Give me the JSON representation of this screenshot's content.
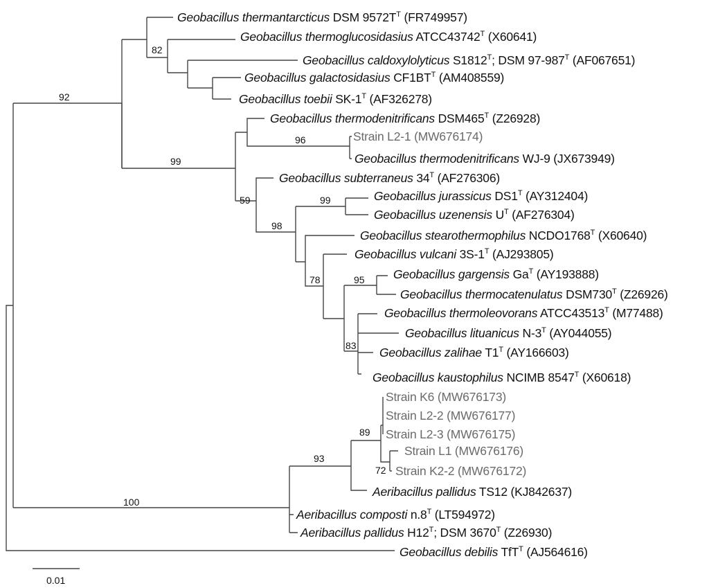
{
  "leaves": [
    {
      "parts": [
        [
          "i",
          "Geobacillus thermantarcticus"
        ],
        [
          "r",
          " DSM 9572T"
        ],
        [
          "s",
          "T"
        ],
        [
          "r",
          " (FR749957)"
        ]
      ]
    },
    {
      "parts": [
        [
          "i",
          "Geobacillus thermoglucosidasius"
        ],
        [
          "r",
          " ATCC43742"
        ],
        [
          "s",
          "T"
        ],
        [
          "r",
          " (X60641)"
        ]
      ]
    },
    {
      "parts": [
        [
          "i",
          "Geobacillus caldoxylolyticus"
        ],
        [
          "r",
          " S1812"
        ],
        [
          "s",
          "T"
        ],
        [
          "r",
          "; DSM 97-987"
        ],
        [
          "s",
          "T"
        ],
        [
          "r",
          " (AF067651)"
        ]
      ]
    },
    {
      "parts": [
        [
          "i",
          "Geobacillus galactosidasius"
        ],
        [
          "r",
          " CF1BT"
        ],
        [
          "s",
          "T"
        ],
        [
          "r",
          " (AM408559)"
        ]
      ]
    },
    {
      "parts": [
        [
          "i",
          "Geobacillus toebii"
        ],
        [
          "r",
          " SK-1"
        ],
        [
          "s",
          "T"
        ],
        [
          "r",
          " (AF326278)"
        ]
      ]
    },
    {
      "parts": [
        [
          "i",
          "Geobacillus thermodenitrificans"
        ],
        [
          "r",
          " DSM465"
        ],
        [
          "s",
          "T"
        ],
        [
          "r",
          " (Z26928)"
        ]
      ]
    },
    {
      "strain": true,
      "parts": [
        [
          "r",
          "Strain L2-1 (MW676174)"
        ]
      ]
    },
    {
      "parts": [
        [
          "i",
          "Geobacillus thermodenitrificans"
        ],
        [
          "r",
          " WJ-9 (JX673949)"
        ]
      ]
    },
    {
      "parts": [
        [
          "i",
          "Geobacillus subterraneus"
        ],
        [
          "r",
          " 34"
        ],
        [
          "s",
          "T"
        ],
        [
          "r",
          " (AF276306)"
        ]
      ]
    },
    {
      "parts": [
        [
          "i",
          "Geobacillus jurassicus"
        ],
        [
          "r",
          " DS1"
        ],
        [
          "s",
          "T"
        ],
        [
          "r",
          " (AY312404)"
        ]
      ]
    },
    {
      "parts": [
        [
          "i",
          "Geobacillus uzenensis"
        ],
        [
          "r",
          " U"
        ],
        [
          "s",
          "T"
        ],
        [
          "r",
          " (AF276304)"
        ]
      ]
    },
    {
      "parts": [
        [
          "i",
          "Geobacillus stearothermophilus"
        ],
        [
          "r",
          " NCDO1768"
        ],
        [
          "s",
          "T"
        ],
        [
          "r",
          " (X60640)"
        ]
      ]
    },
    {
      "parts": [
        [
          "i",
          "Geobacillus vulcani"
        ],
        [
          "r",
          " 3S-1"
        ],
        [
          "s",
          "T"
        ],
        [
          "r",
          " (AJ293805)"
        ]
      ]
    },
    {
      "parts": [
        [
          "i",
          "Geobacillus gargensis"
        ],
        [
          "r",
          " Ga"
        ],
        [
          "s",
          "T"
        ],
        [
          "r",
          " (AY193888)"
        ]
      ]
    },
    {
      "parts": [
        [
          "i",
          "Geobacillus thermocatenulatus"
        ],
        [
          "r",
          " DSM730"
        ],
        [
          "s",
          "T"
        ],
        [
          "r",
          " (Z26926)"
        ]
      ]
    },
    {
      "parts": [
        [
          "i",
          "Geobacillus thermoleovorans"
        ],
        [
          "r",
          " ATCC43513"
        ],
        [
          "s",
          "T"
        ],
        [
          "r",
          " (M77488)"
        ]
      ]
    },
    {
      "parts": [
        [
          "i",
          "Geobacillus lituanicus"
        ],
        [
          "r",
          " N-3"
        ],
        [
          "s",
          "T"
        ],
        [
          "r",
          " (AY044055)"
        ]
      ]
    },
    {
      "parts": [
        [
          "i",
          "Geobacillus zalihae"
        ],
        [
          "r",
          " T1"
        ],
        [
          "s",
          "T"
        ],
        [
          "r",
          " (AY166603)"
        ]
      ]
    },
    {
      "parts": [
        [
          "i",
          "Geobacillus kaustophilus"
        ],
        [
          "r",
          " NCIMB 8547"
        ],
        [
          "s",
          "T"
        ],
        [
          "r",
          " (X60618)"
        ]
      ]
    },
    {
      "strain": true,
      "parts": [
        [
          "r",
          "Strain K6 (MW676173)"
        ]
      ]
    },
    {
      "strain": true,
      "parts": [
        [
          "r",
          "Strain L2-2 (MW676177)"
        ]
      ]
    },
    {
      "strain": true,
      "parts": [
        [
          "r",
          "Strain L2-3 (MW676175)"
        ]
      ]
    },
    {
      "strain": true,
      "parts": [
        [
          "r",
          "Strain L1 (MW676176)"
        ]
      ]
    },
    {
      "strain": true,
      "parts": [
        [
          "r",
          "Strain K2-2 (MW676172)"
        ]
      ]
    },
    {
      "parts": [
        [
          "i",
          "Aeribacillus pallidus"
        ],
        [
          "r",
          " TS12 (KJ842637)"
        ]
      ]
    },
    {
      "parts": [
        [
          "i",
          "Aeribacillus composti"
        ],
        [
          "r",
          " n.8"
        ],
        [
          "s",
          "T"
        ],
        [
          "r",
          " (LT594972)"
        ]
      ]
    },
    {
      "parts": [
        [
          "i",
          "Aeribacillus pallidus"
        ],
        [
          "r",
          " H12"
        ],
        [
          "s",
          "T"
        ],
        [
          "r",
          "; DSM 3670"
        ],
        [
          "s",
          "T"
        ],
        [
          "r",
          " (Z26930)"
        ]
      ]
    },
    {
      "parts": [
        [
          "i",
          "Geobacillus debilis"
        ],
        [
          "r",
          " TfT"
        ],
        [
          "s",
          "T"
        ],
        [
          "r",
          " (AJ564616)"
        ]
      ]
    }
  ],
  "bootstrap": [
    "92",
    "82",
    "99",
    "96",
    "59",
    "99",
    "98",
    "78",
    "95",
    "83",
    "89",
    "93",
    "72",
    "100"
  ],
  "scale_bar": "0.01",
  "colors": {
    "line": "#444444",
    "strain_text": "#6a6a6a"
  }
}
